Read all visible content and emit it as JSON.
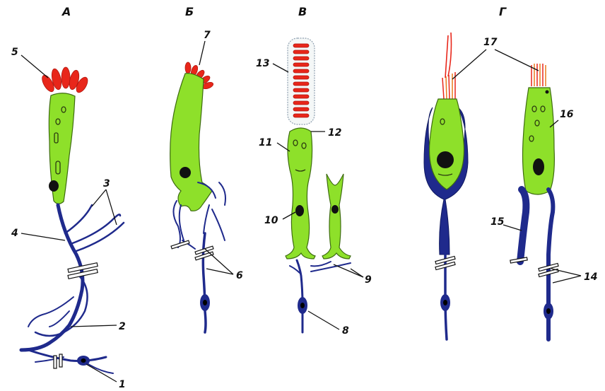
{
  "panels": {
    "a": "А",
    "b": "Б",
    "v": "В",
    "g": "Г"
  },
  "labels": {
    "n1": "1",
    "n2": "2",
    "n3": "3",
    "n4": "4",
    "n5": "5",
    "n6": "6",
    "n7": "7",
    "n8": "8",
    "n9": "9",
    "n10": "10",
    "n11": "11",
    "n12": "12",
    "n13": "13",
    "n14": "14",
    "n15": "15",
    "n16": "16",
    "n17": "17"
  },
  "colors": {
    "receptor_body": "#8ee02a",
    "nerve": "#1f2a8c",
    "process_tip": "#e8261a",
    "label_text": "#111111"
  }
}
